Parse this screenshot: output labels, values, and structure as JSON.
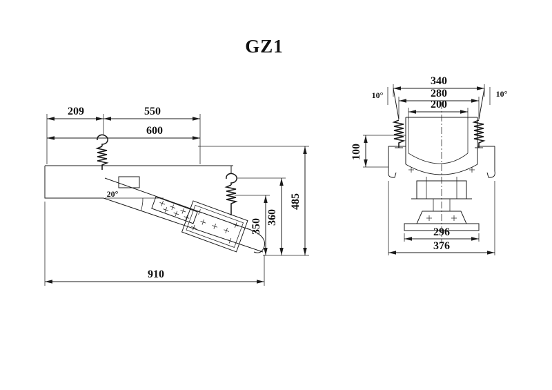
{
  "title": "GZ1",
  "side_view": {
    "dim_209": "209",
    "dim_550": "550",
    "dim_600": "600",
    "dim_910": "910",
    "dim_485": "485",
    "dim_360": "360",
    "dim_350": "350",
    "angle_20": "20°"
  },
  "front_view": {
    "dim_340": "340",
    "dim_280": "280",
    "dim_200": "200",
    "dim_100": "100",
    "dim_296": "296",
    "dim_376": "376",
    "angle_10_left": "10°",
    "angle_10_right": "10°"
  },
  "colors": {
    "line": "#1a1a1a",
    "background": "#ffffff"
  }
}
